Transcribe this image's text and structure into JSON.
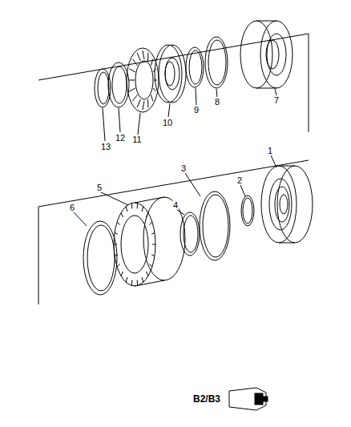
{
  "diagram": {
    "labels": [
      "13",
      "12",
      "11",
      "10",
      "9",
      "8",
      "7",
      "1",
      "2",
      "3",
      "4",
      "5",
      "6",
      "B2/B3"
    ]
  }
}
